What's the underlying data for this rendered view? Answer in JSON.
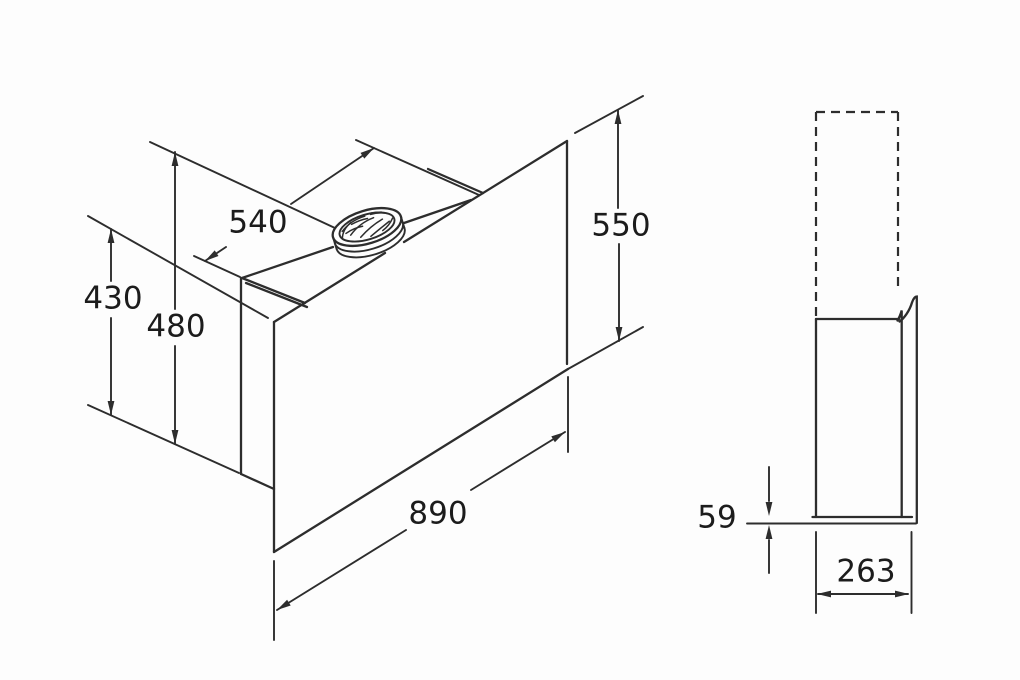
{
  "drawing": {
    "perspective_view": {
      "dimensions": {
        "top_width": "540",
        "rear_height_min": "430",
        "rear_height_max": "480",
        "front_height": "550",
        "width": "890"
      }
    },
    "side_view": {
      "dimensions": {
        "bottom_clearance": "59",
        "depth": "263"
      }
    },
    "colors": {
      "line": "#2d2d2d",
      "background": "#fdfdfd"
    }
  }
}
